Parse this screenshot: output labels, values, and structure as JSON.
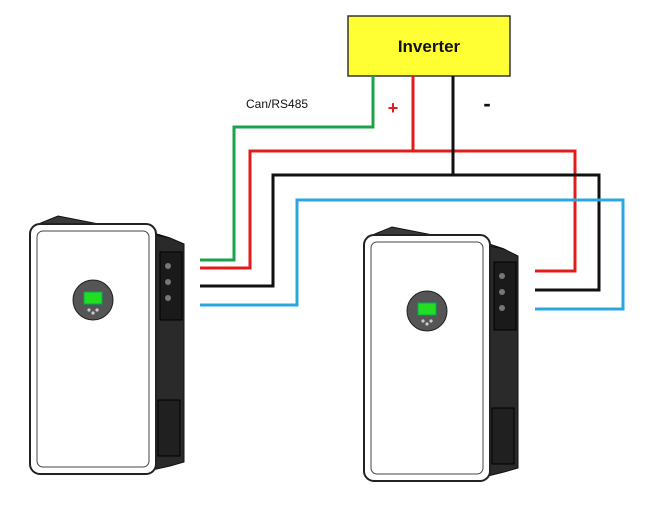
{
  "inverter": {
    "label": "Inverter",
    "fill": "#ffff33"
  },
  "wiring": {
    "comm_label": "Can/RS485",
    "positive_symbol": "+",
    "negative_symbol": "-",
    "colors": {
      "communication": "#1aa34a",
      "positive": "#e31b1b",
      "negative": "#111111",
      "link": "#29a8e0"
    }
  },
  "battery_units": [
    {
      "name": "battery-unit-1",
      "display_color": "#22dd22"
    },
    {
      "name": "battery-unit-2",
      "display_color": "#22dd22"
    }
  ]
}
